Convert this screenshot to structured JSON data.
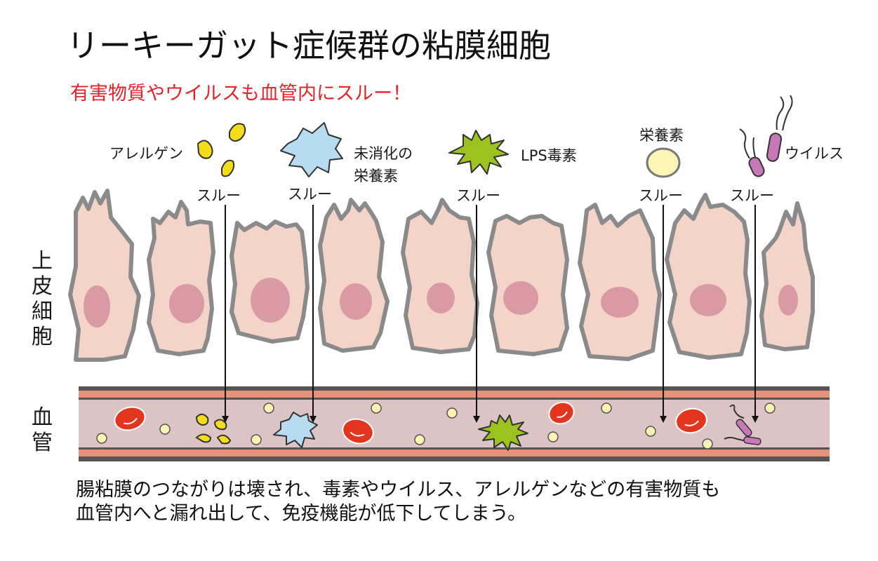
{
  "title": "リーキーガット症候群の粘膜細胞",
  "subtitle": "有害物質やウイルスも血管内にスルー！",
  "labels": {
    "allergen": "アレルゲン",
    "undigested": "未消化の\n栄養素",
    "lps": "LPS毒素",
    "nutrient": "栄養素",
    "virus": "ウイルス",
    "through": "スルー"
  },
  "side_labels": {
    "epithelial": "上皮細胞",
    "blood_vessel": "血管"
  },
  "caption": {
    "line1": "腸粘膜のつながりは壊され、毒素やウイルス、アレルゲンなどの有害物質も",
    "line2": "血管内へと漏れ出して、免疫機能が低下してしまう。"
  },
  "colors": {
    "title": "#111111",
    "subtitle": "#e6222a",
    "cell_fill": "#f4d4c8",
    "cell_border": "#8a8a8a",
    "nucleus": "#d99aa5",
    "vessel_wall": "#e8917a",
    "vessel_lumen": "#dcc4c6",
    "allergen": "#f3dd1a",
    "undigested": "#b7dcf1",
    "lps": "#9bc21e",
    "nutrient": "#fcf4b5",
    "virus": "#c678b8",
    "red_blood_cell": "#e4341d"
  }
}
